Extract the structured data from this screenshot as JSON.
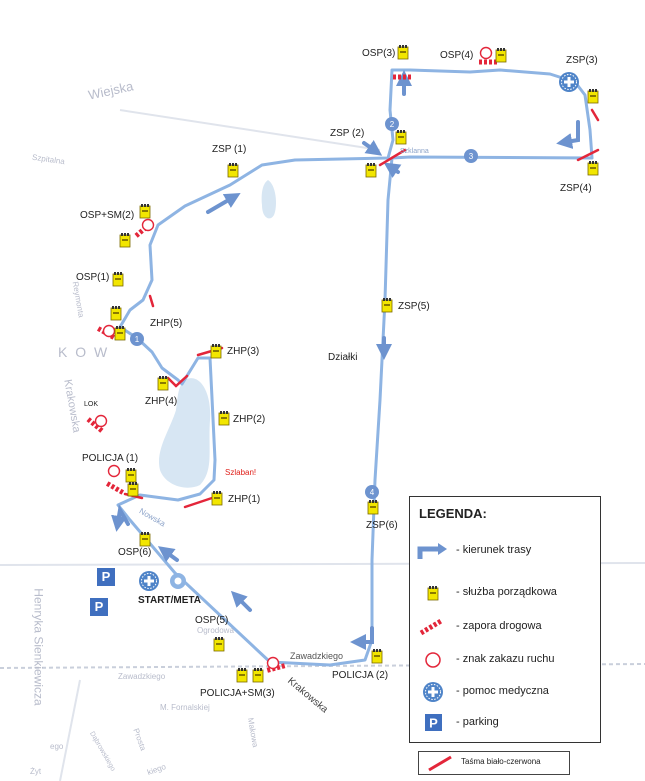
{
  "legend": {
    "title": "LEGENDA:",
    "items": [
      {
        "icon": "route-arrow-icon",
        "label": "- kierunek trasy"
      },
      {
        "icon": "marshal-icon",
        "label": "- służba porządkowa"
      },
      {
        "icon": "road-barrier-icon",
        "label": "- zapora drogowa"
      },
      {
        "icon": "no-entry-sign-icon",
        "label": "- znak zakazu ruchu"
      },
      {
        "icon": "medical-star-icon",
        "label": "- pomoc medyczna"
      },
      {
        "icon": "parking-icon",
        "label": "- parking"
      }
    ],
    "tape_label": "Taśma biało-czerwona"
  },
  "posts": {
    "osp3": "OSP(3)",
    "osp4": "OSP(4)",
    "zsp3": "ZSP(3)",
    "zsp2": "ZSP (2)",
    "zsp1": "ZSP (1)",
    "zsp4": "ZSP(4)",
    "osp_sm2": "OSP+SM(2)",
    "osp1": "OSP(1)",
    "zhp5": "ZHP(5)",
    "zhp3": "ZHP(3)",
    "zhp4": "ZHP(4)",
    "zhp2": "ZHP(2)",
    "zhp1": "ZHP(1)",
    "zsp5": "ZSP(5)",
    "zsp6": "ZSP(6)",
    "lok": "LOK",
    "policja1": "POLICJA (1)",
    "osp6": "OSP(6)",
    "start_meta": "START/META",
    "osp5": "OSP(5)",
    "policja2": "POLICJA (2)",
    "policja_sm3": "POLICJA+SM(3)"
  },
  "notes": {
    "szlaban": "Szlaban!"
  },
  "waypoints": {
    "wp1": "1",
    "wp2": "2",
    "wp3": "3",
    "wp4": "4"
  },
  "streets": {
    "wiejska": "Wiejska",
    "szpitalna": "Szpitalna",
    "reymonta": "Reymonta",
    "kow": "K O W",
    "krakowska_left": "Krakowska",
    "dzialki": "Działki",
    "sienkiewicza": "Henryka Sienkiewicza",
    "zawadzkiego": "Zawadzkiego",
    "krakowska_bottom": "Krakowska",
    "fornalskiej": "M. Fornalskiej",
    "prosta": "Prosta",
    "makowa": "Makowa",
    "ogrodowa": "Ogrodowa",
    "nowska": "Nowska",
    "szklanna": "Szklanna",
    "ego": "ego",
    "dabrowskiego": "Dąbrowskiego",
    "zyt": "Żyt",
    "kiego": "kiego"
  },
  "parking": {
    "symbol": "P"
  },
  "colors": {
    "route": "#8eb4e3",
    "route_dark": "#6d93cf",
    "barrier": "#e3263a",
    "marshal": "#f2e600",
    "street_text": "#b8bccb",
    "water": "#d7e6f3"
  }
}
